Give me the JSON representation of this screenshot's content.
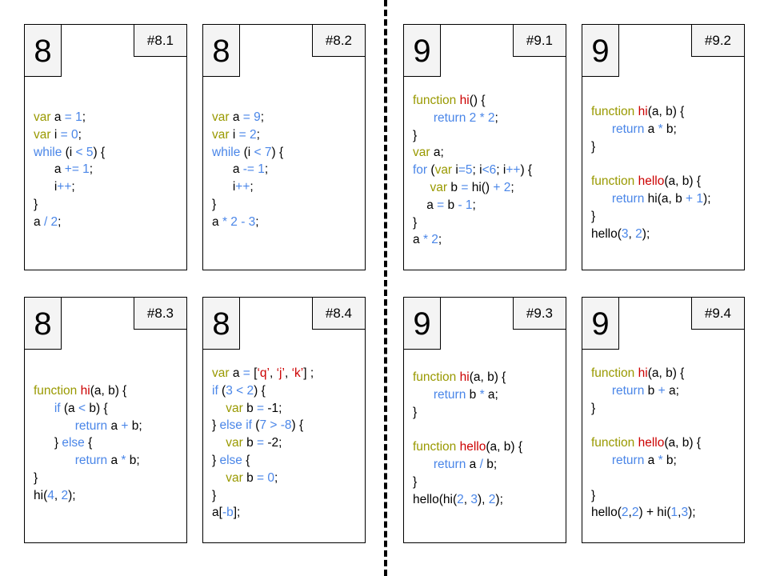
{
  "cards": [
    {
      "id": "#8.1",
      "level": "8",
      "lines": [
        [
          [
            "var",
            "kw"
          ],
          [
            " a ",
            ""
          ],
          [
            "= 1",
            ""
          ],
          [
            ";",
            ""
          ]
        ],
        [
          [
            "var",
            "kw"
          ],
          [
            " i ",
            ""
          ],
          [
            "= 0",
            ""
          ],
          [
            ";",
            ""
          ]
        ],
        [
          [
            "while",
            "op"
          ],
          [
            " (i ",
            ""
          ],
          [
            "< 5",
            ""
          ],
          [
            ") {",
            ""
          ]
        ],
        [
          [
            "      a ",
            ""
          ],
          [
            "+= 1",
            ""
          ],
          [
            ";",
            ""
          ]
        ],
        [
          [
            "      i",
            ""
          ],
          [
            "++",
            ""
          ],
          [
            ";",
            ""
          ]
        ],
        [
          [
            "}",
            ""
          ]
        ],
        [
          [
            "a ",
            ""
          ],
          [
            "/ 2",
            ""
          ],
          [
            ";",
            ""
          ]
        ]
      ]
    },
    {
      "id": "#8.2",
      "level": "8",
      "lines": [
        [
          [
            "var",
            "kw"
          ],
          [
            " a ",
            ""
          ],
          [
            "= 9",
            ""
          ],
          [
            ";",
            ""
          ]
        ],
        [
          [
            "var",
            "kw"
          ],
          [
            " i ",
            ""
          ],
          [
            "= 2",
            ""
          ],
          [
            ";",
            ""
          ]
        ],
        [
          [
            "while",
            "op"
          ],
          [
            " (i ",
            ""
          ],
          [
            "< 7",
            ""
          ],
          [
            ") {",
            ""
          ]
        ],
        [
          [
            "      a ",
            ""
          ],
          [
            "-= 1",
            ""
          ],
          [
            ";",
            ""
          ]
        ],
        [
          [
            "      i",
            ""
          ],
          [
            "++",
            ""
          ],
          [
            ";",
            ""
          ]
        ],
        [
          [
            "}",
            ""
          ]
        ],
        [
          [
            "a ",
            ""
          ],
          [
            "* 2 - 3",
            ""
          ],
          [
            ";",
            ""
          ]
        ]
      ]
    },
    {
      "id": "#9.1",
      "level": "9",
      "lines": [
        [
          [
            "function",
            "kw"
          ],
          [
            " ",
            ""
          ],
          [
            "hi",
            "fn"
          ],
          [
            "() {",
            ""
          ]
        ],
        [
          [
            "      ",
            ""
          ],
          [
            "return 2 * 2",
            "op"
          ],
          [
            ";",
            ""
          ]
        ],
        [
          [
            "}",
            ""
          ]
        ],
        [
          [
            "var",
            "kw"
          ],
          [
            " a;",
            ""
          ]
        ],
        [
          [
            "for",
            "op"
          ],
          [
            " (",
            ""
          ],
          [
            "var",
            "kw"
          ],
          [
            " i",
            ""
          ],
          [
            "=5",
            "op"
          ],
          [
            "; i",
            ""
          ],
          [
            "<6",
            "op"
          ],
          [
            "; i",
            ""
          ],
          [
            "++",
            "op"
          ],
          [
            ") {",
            ""
          ]
        ],
        [
          [
            "     ",
            ""
          ],
          [
            "var",
            "kw"
          ],
          [
            " b ",
            ""
          ],
          [
            "=",
            "op"
          ],
          [
            " hi() ",
            ""
          ],
          [
            "+ 2",
            "op"
          ],
          [
            ";",
            ""
          ]
        ],
        [
          [
            "    a ",
            ""
          ],
          [
            "=",
            "op"
          ],
          [
            " b ",
            ""
          ],
          [
            "- 1",
            "op"
          ],
          [
            ";",
            ""
          ]
        ],
        [
          [
            "}",
            ""
          ]
        ],
        [
          [
            "a ",
            ""
          ],
          [
            "* 2",
            "op"
          ],
          [
            ";",
            ""
          ]
        ]
      ]
    },
    {
      "id": "#9.2",
      "level": "9",
      "lines": [
        [
          [
            "function",
            "kw"
          ],
          [
            " ",
            ""
          ],
          [
            "hi",
            "fn"
          ],
          [
            "(a, b) {",
            ""
          ]
        ],
        [
          [
            "      ",
            ""
          ],
          [
            "return",
            "op"
          ],
          [
            " a ",
            ""
          ],
          [
            "*",
            "op"
          ],
          [
            " b;",
            ""
          ]
        ],
        [
          [
            "}",
            ""
          ]
        ],
        [
          [
            "",
            ""
          ]
        ],
        [
          [
            "function",
            "kw"
          ],
          [
            " ",
            ""
          ],
          [
            "hello",
            "fn"
          ],
          [
            "(a, b) {",
            ""
          ]
        ],
        [
          [
            "      ",
            ""
          ],
          [
            "return",
            "op"
          ],
          [
            " hi(a, b ",
            ""
          ],
          [
            "+ 1",
            "op"
          ],
          [
            ");",
            ""
          ]
        ],
        [
          [
            "}",
            ""
          ]
        ],
        [
          [
            "hello(",
            ""
          ],
          [
            "3",
            "op"
          ],
          [
            ", ",
            ""
          ],
          [
            "2",
            "op"
          ],
          [
            ");",
            ""
          ]
        ]
      ]
    },
    {
      "id": "#8.3",
      "level": "8",
      "lines": [
        [
          [
            "function",
            "kw"
          ],
          [
            " ",
            ""
          ],
          [
            "hi",
            "fn"
          ],
          [
            "(a, b) {",
            ""
          ]
        ],
        [
          [
            "      ",
            ""
          ],
          [
            "if",
            "op"
          ],
          [
            " (a ",
            ""
          ],
          [
            "<",
            "op"
          ],
          [
            " b) {",
            ""
          ]
        ],
        [
          [
            "            ",
            ""
          ],
          [
            "return",
            "op"
          ],
          [
            " a ",
            ""
          ],
          [
            "+",
            "op"
          ],
          [
            " b;",
            ""
          ]
        ],
        [
          [
            "      } ",
            ""
          ],
          [
            "else",
            "op"
          ],
          [
            " {",
            ""
          ]
        ],
        [
          [
            "            ",
            ""
          ],
          [
            "return",
            "op"
          ],
          [
            " a ",
            ""
          ],
          [
            "*",
            "op"
          ],
          [
            " b;",
            ""
          ]
        ],
        [
          [
            "}",
            ""
          ]
        ],
        [
          [
            "hi(",
            ""
          ],
          [
            "4",
            "op"
          ],
          [
            ", ",
            ""
          ],
          [
            "2",
            "op"
          ],
          [
            ");",
            ""
          ]
        ]
      ]
    },
    {
      "id": "#8.4",
      "level": "8",
      "lines": [
        [
          [
            "var",
            "kw"
          ],
          [
            " a ",
            ""
          ],
          [
            "=",
            "op"
          ],
          [
            " [",
            ""
          ],
          [
            "‘q’",
            "fn"
          ],
          [
            ", ",
            ""
          ],
          [
            "‘j’",
            "fn"
          ],
          [
            ", ",
            ""
          ],
          [
            "‘k’",
            "fn"
          ],
          [
            "] ;",
            ""
          ]
        ],
        [
          [
            "if",
            "op"
          ],
          [
            " (",
            ""
          ],
          [
            "3 < 2",
            "op"
          ],
          [
            ") {",
            ""
          ]
        ],
        [
          [
            "    ",
            ""
          ],
          [
            "var",
            "kw"
          ],
          [
            " b ",
            ""
          ],
          [
            "=",
            "op"
          ],
          [
            " -1;",
            ""
          ]
        ],
        [
          [
            "} ",
            ""
          ],
          [
            "else if",
            "op"
          ],
          [
            " (",
            ""
          ],
          [
            "7 > -8",
            "op"
          ],
          [
            ") {",
            ""
          ]
        ],
        [
          [
            "    ",
            ""
          ],
          [
            "var",
            "kw"
          ],
          [
            " b ",
            ""
          ],
          [
            "=",
            "op"
          ],
          [
            " -2;",
            ""
          ]
        ],
        [
          [
            "} ",
            ""
          ],
          [
            "else",
            "op"
          ],
          [
            " {",
            ""
          ]
        ],
        [
          [
            "    ",
            ""
          ],
          [
            "var",
            "kw"
          ],
          [
            " b ",
            ""
          ],
          [
            "= 0",
            "op"
          ],
          [
            ";",
            ""
          ]
        ],
        [
          [
            "}",
            ""
          ]
        ],
        [
          [
            "a[",
            ""
          ],
          [
            "-b",
            "op"
          ],
          [
            "];",
            ""
          ]
        ]
      ]
    },
    {
      "id": "#9.3",
      "level": "9",
      "lines": [
        [
          [
            "function",
            "kw"
          ],
          [
            " ",
            ""
          ],
          [
            "hi",
            "fn"
          ],
          [
            "(a, b) {",
            ""
          ]
        ],
        [
          [
            "      ",
            ""
          ],
          [
            "return",
            "op"
          ],
          [
            " b ",
            ""
          ],
          [
            "*",
            "op"
          ],
          [
            " a;",
            ""
          ]
        ],
        [
          [
            "}",
            ""
          ]
        ],
        [
          [
            "",
            ""
          ]
        ],
        [
          [
            "function",
            "kw"
          ],
          [
            " ",
            ""
          ],
          [
            "hello",
            "fn"
          ],
          [
            "(a, b) {",
            ""
          ]
        ],
        [
          [
            "      ",
            ""
          ],
          [
            "return",
            "op"
          ],
          [
            " a ",
            ""
          ],
          [
            "/",
            "op"
          ],
          [
            " b;",
            ""
          ]
        ],
        [
          [
            "}",
            ""
          ]
        ],
        [
          [
            "hello(hi(",
            ""
          ],
          [
            "2",
            "op"
          ],
          [
            ", ",
            ""
          ],
          [
            "3",
            "op"
          ],
          [
            "), ",
            ""
          ],
          [
            "2",
            "op"
          ],
          [
            ");",
            ""
          ]
        ]
      ]
    },
    {
      "id": "#9.4",
      "level": "9",
      "lines": [
        [
          [
            "function",
            "kw"
          ],
          [
            " ",
            ""
          ],
          [
            "hi",
            "fn"
          ],
          [
            "(a, b) {",
            ""
          ]
        ],
        [
          [
            "      ",
            ""
          ],
          [
            "return",
            "op"
          ],
          [
            " b ",
            ""
          ],
          [
            "+",
            "op"
          ],
          [
            " a;",
            ""
          ]
        ],
        [
          [
            "}",
            ""
          ]
        ],
        [
          [
            "",
            ""
          ]
        ],
        [
          [
            "function",
            "kw"
          ],
          [
            " ",
            ""
          ],
          [
            "hello",
            "fn"
          ],
          [
            "(a, b) {",
            ""
          ]
        ],
        [
          [
            "      ",
            ""
          ],
          [
            "return",
            "op"
          ],
          [
            " a ",
            ""
          ],
          [
            "*",
            "op"
          ],
          [
            " b;",
            ""
          ]
        ],
        [
          [
            "",
            ""
          ]
        ],
        [
          [
            "}",
            ""
          ]
        ],
        [
          [
            "hello(",
            ""
          ],
          [
            "2",
            "op"
          ],
          [
            ",",
            ""
          ],
          [
            "2",
            "op"
          ],
          [
            ") + hi(",
            ""
          ],
          [
            "1",
            "op"
          ],
          [
            ",",
            ""
          ],
          [
            "3",
            "op"
          ],
          [
            ");",
            ""
          ]
        ]
      ]
    }
  ]
}
